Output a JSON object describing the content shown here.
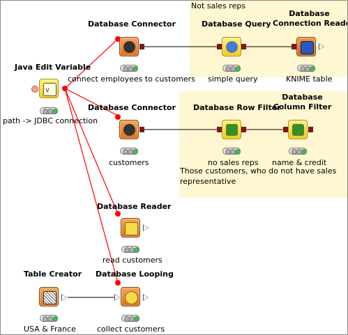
{
  "annotations": [
    {
      "id": "not-sales-reps",
      "text": "Not sales reps"
    },
    {
      "id": "customers-note",
      "text": "Those customers, who do not have sales representative"
    }
  ],
  "nodes": {
    "java_edit_variable": {
      "title": "Java Edit Variable",
      "label": "path -> JDBC connection",
      "icon": "variable-edit-icon"
    },
    "db_connector_1": {
      "title": "Database Connector",
      "label": "connect employees to customers",
      "icon": "database-connector-icon"
    },
    "db_query": {
      "title": "Database Query",
      "label": "simple query",
      "icon": "database-query-icon"
    },
    "db_connection_reader": {
      "title_line1": "Database",
      "title_line2": "Connection Reader",
      "label": "KNIME table",
      "icon": "database-reader-icon"
    },
    "db_connector_2": {
      "title": "Database Connector",
      "label": "customers",
      "icon": "database-connector-icon"
    },
    "db_row_filter": {
      "title": "Database Row Filter",
      "label": "no sales reps",
      "icon": "row-filter-icon"
    },
    "db_column_filter": {
      "title_line1": "Database",
      "title_line2": "Column Filter",
      "label": "name & credit",
      "icon": "column-filter-icon"
    },
    "db_reader": {
      "title": "Database Reader",
      "label": "read customers",
      "icon": "database-reader-icon"
    },
    "table_creator": {
      "title": "Table Creator",
      "label": "USA & France",
      "icon": "table-creator-icon"
    },
    "db_looping": {
      "title": "Database Looping",
      "label": "collect customers",
      "icon": "database-looping-icon"
    }
  },
  "colors": {
    "annotation_bg": "#fff7d2",
    "variable_wire": "#ff0000",
    "data_wire": "#000000",
    "db_port": "#7a1a14",
    "node_source": "#e0701e",
    "node_manipulator": "#f3c913",
    "status_green": "#2ecc40",
    "status_inactive": "#b0b0b0"
  }
}
